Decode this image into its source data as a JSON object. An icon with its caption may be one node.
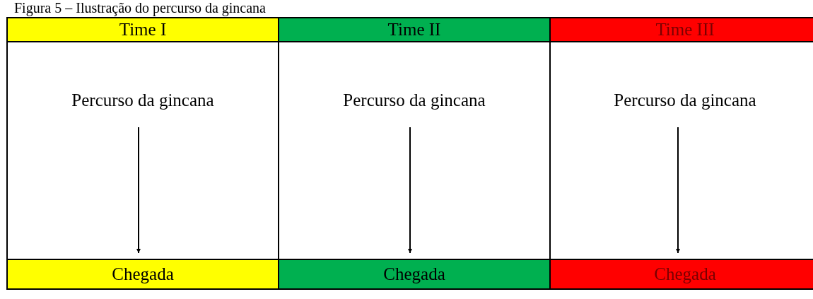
{
  "diagram": {
    "title": "Figura 5 – Ilustração do percurso da gincana",
    "nodes": [
      {
        "text": [
          "Time I"
        ]
      },
      {
        "text": [
          "Time II"
        ]
      },
      {
        "text": [
          "Time III"
        ]
      },
      {
        "text": [
          "Percurso da gincana"
        ]
      },
      {
        "text": [
          "Percurso da gincana"
        ]
      },
      {
        "text": [
          "Percurso da gincana"
        ]
      },
      {
        "text": [
          "Chegada"
        ]
      },
      {
        "text": [
          "Chegada"
        ]
      },
      {
        "text": [
          "Chegada"
        ]
      }
    ],
    "edges": [
      {
        "from": 3,
        "to": 6,
        "arrow": "to"
      },
      {
        "from": 4,
        "to": 7,
        "arrow": "to"
      },
      {
        "from": 5,
        "to": 8,
        "arrow": "to"
      }
    ]
  }
}
